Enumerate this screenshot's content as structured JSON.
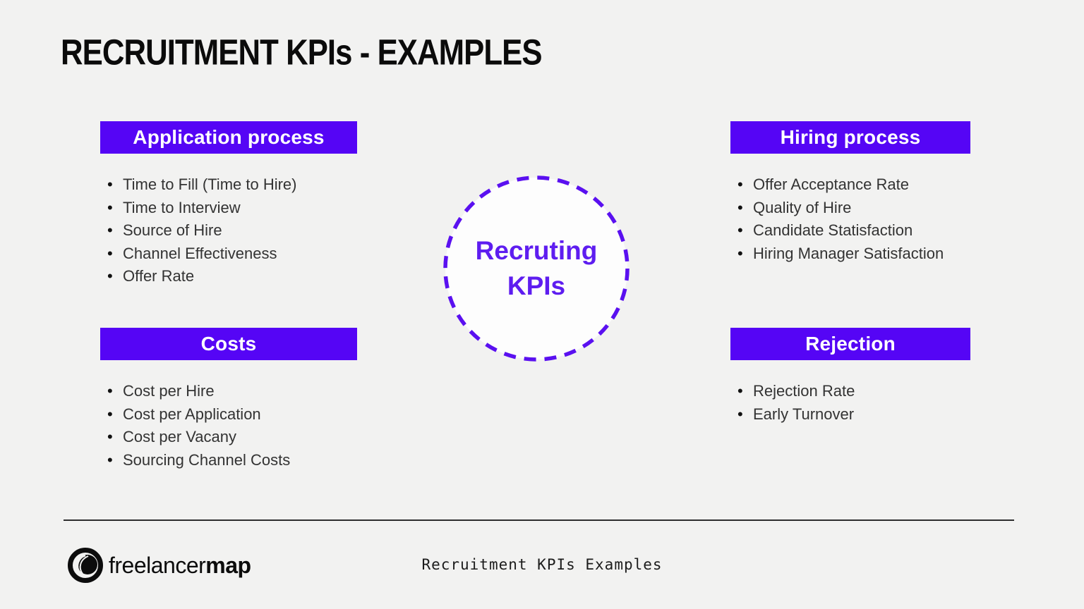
{
  "title": "RECRUITMENT KPIs - EXAMPLES",
  "colors": {
    "background": "#F2F2F1",
    "accent_purple": "#5505F5",
    "circle_text_purple": "#5E1DF0",
    "list_text": "#333333",
    "title_text": "#0B0B0B"
  },
  "sections": [
    {
      "title": "Application process",
      "items": [
        "Time to Fill (Time to Hire)",
        "Time to Interview",
        "Source of Hire",
        "Channel Effectiveness",
        "Offer Rate"
      ]
    },
    {
      "title": "Hiring process",
      "items": [
        "Offer Acceptance Rate",
        "Quality of Hire",
        "Candidate Statisfaction",
        "Hiring Manager Satisfaction"
      ]
    },
    {
      "title": "Costs",
      "items": [
        "Cost per Hire",
        "Cost per Application",
        "Cost per Vacany",
        "Sourcing Channel Costs"
      ]
    },
    {
      "title": "Rejection",
      "items": [
        "Rejection Rate",
        "Early Turnover"
      ]
    }
  ],
  "center_circle": {
    "line1": "Recruting",
    "line2": "KPIs"
  },
  "footer": {
    "logo_icon": "freelancermap-globe-icon",
    "logo_text_regular": "freelancer",
    "logo_text_bold": "map",
    "caption": "Recruitment KPIs Examples"
  }
}
